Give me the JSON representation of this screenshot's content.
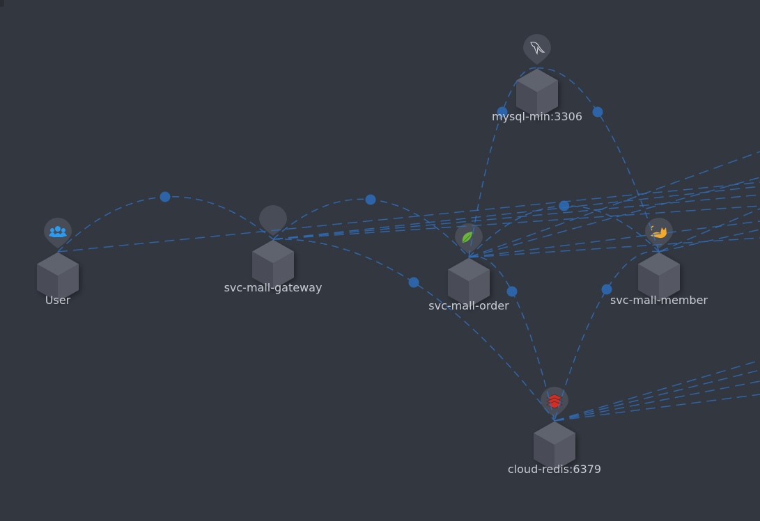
{
  "colors": {
    "background": "#333740",
    "edge": "#2f6db8",
    "edge_dot": "#2d64a8"
  },
  "nodes": [
    {
      "id": "user",
      "label": "User",
      "icon": "users-icon",
      "icon_color": "#2a9bf0"
    },
    {
      "id": "gateway",
      "label": "svc-mall-gateway",
      "icon": "blank-icon",
      "icon_color": "#4a4e58"
    },
    {
      "id": "order",
      "label": "svc-mall-order",
      "icon": "spring-leaf-icon",
      "icon_color": "#6db33f"
    },
    {
      "id": "member",
      "label": "svc-mall-member",
      "icon": "tomcat-icon",
      "icon_color": "#f4a928"
    },
    {
      "id": "mysql",
      "label": "mysql-min:3306",
      "icon": "mysql-dolphin-icon",
      "icon_color": "#e0e2e6"
    },
    {
      "id": "redis",
      "label": "cloud-redis:6379",
      "icon": "redis-icon",
      "icon_color": "#d82c20"
    }
  ],
  "edges": [
    {
      "from": "user",
      "to": "gateway"
    },
    {
      "from": "gateway",
      "to": "order"
    },
    {
      "from": "gateway",
      "to": "redis"
    },
    {
      "from": "order",
      "to": "redis"
    },
    {
      "from": "member",
      "to": "redis"
    },
    {
      "from": "order",
      "to": "mysql"
    },
    {
      "from": "member",
      "to": "mysql"
    },
    {
      "from": "order",
      "to": "member"
    }
  ]
}
